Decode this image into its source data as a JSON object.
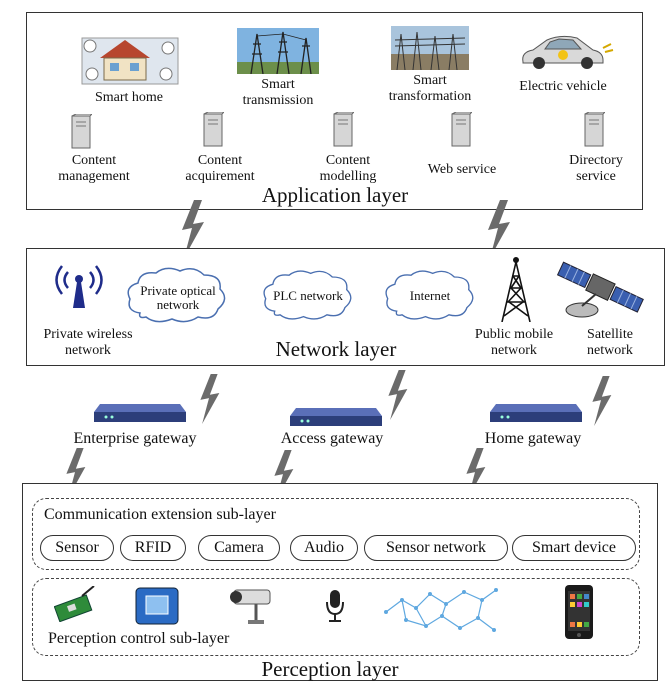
{
  "application_layer": {
    "title": "Application layer",
    "apps": [
      {
        "label": "Smart home",
        "icon": "smart-home-image"
      },
      {
        "label": "Smart\ntransmission",
        "icon": "transmission-tower-image"
      },
      {
        "label": "Smart\ntransformation",
        "icon": "substation-image"
      },
      {
        "label": "Electric vehicle",
        "icon": "electric-car-image"
      }
    ],
    "services": [
      {
        "label": "Content\nmanagement",
        "icon": "server-icon"
      },
      {
        "label": "Content\nacquirement",
        "icon": "server-icon"
      },
      {
        "label": "Content\nmodelling",
        "icon": "server-icon"
      },
      {
        "label": "Web service",
        "icon": "server-icon"
      },
      {
        "label": "Directory\nservice",
        "icon": "server-icon"
      }
    ]
  },
  "network_layer": {
    "title": "Network layer",
    "networks": [
      {
        "label": "Private wireless\nnetwork",
        "icon": "wireless-antenna-icon"
      },
      {
        "label": "Private optical\nnetwork",
        "icon": "cloud-icon"
      },
      {
        "label": "PLC network",
        "icon": "cloud-icon"
      },
      {
        "label": "Internet",
        "icon": "cloud-icon"
      },
      {
        "label": "Public mobile\nnetwork",
        "icon": "cell-tower-icon"
      },
      {
        "label": "Satellite\nnetwork",
        "icon": "satellite-icon"
      }
    ]
  },
  "gateways": [
    {
      "label": "Enterprise gateway",
      "icon": "router-icon"
    },
    {
      "label": "Access gateway",
      "icon": "router-icon"
    },
    {
      "label": "Home gateway",
      "icon": "router-icon"
    }
  ],
  "perception_layer": {
    "title": "Perception layer",
    "communication_sublayer": {
      "title": "Communication extension sub-layer",
      "items": [
        "Sensor",
        "RFID",
        "Camera",
        "Audio",
        "Sensor network",
        "Smart device"
      ]
    },
    "control_sublayer": {
      "title": "Perception control sub-layer",
      "icons": [
        "sensor-board-icon",
        "rfid-reader-icon",
        "camera-icon",
        "microphone-icon",
        "sensor-network-icon",
        "smartphone-icon"
      ]
    }
  },
  "colors": {
    "lightning": "#6b6b6b",
    "router": "#2c3e7a",
    "cloud_stroke": "#4a6fb0",
    "server": "#bdbdbd"
  }
}
